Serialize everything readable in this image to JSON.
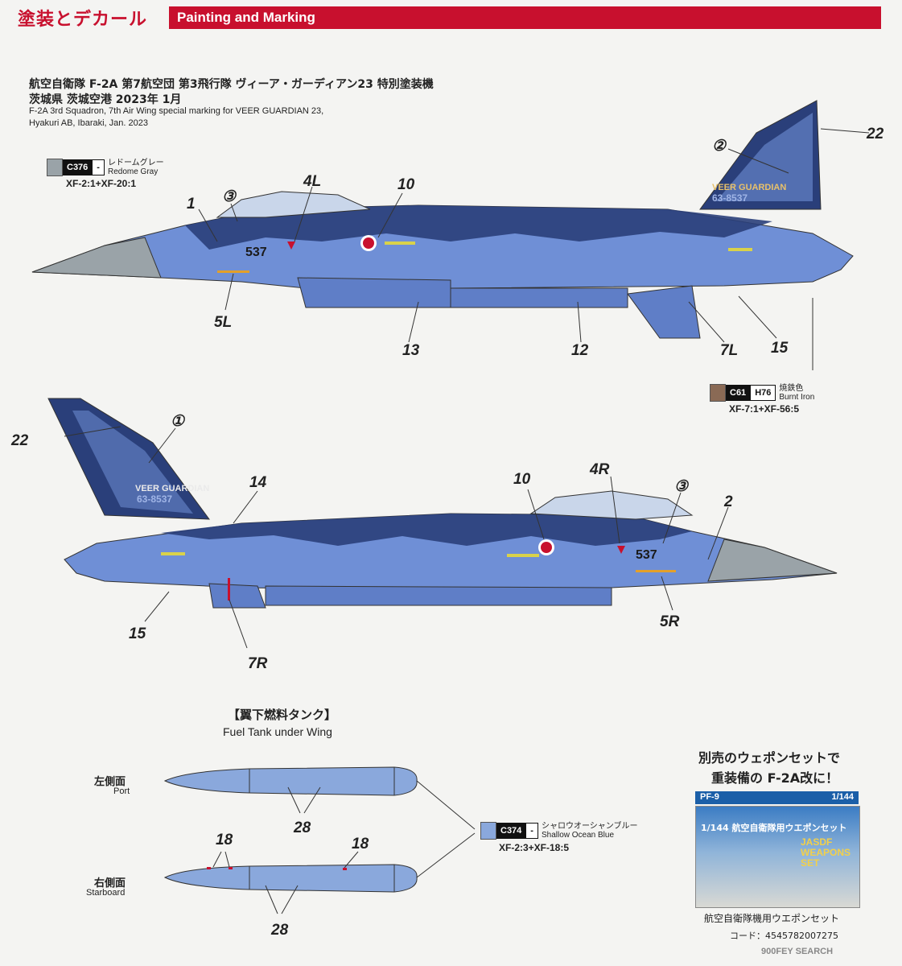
{
  "header": {
    "title_jp": "塗装とデカール",
    "title_en": "Painting and Marking"
  },
  "subject": {
    "title_jp_line1": "航空自衛隊 F-2A 第7航空団 第3飛行隊 ヴィーア・ガーディアン23 特別塗装機",
    "title_jp_line2": "茨城県 茨城空港 2023年 1月",
    "title_en_line1": "F-2A 3rd Squadron, 7th Air Wing special marking for VEER GUARDIAN 23,",
    "title_en_line2": "Hyakuri AB, Ibaraki, Jan. 2023"
  },
  "colors": {
    "redome_gray": {
      "code": "C376",
      "code2": "-",
      "name_jp": "レドームグレー",
      "name_en": "Redome Gray",
      "mix": "XF-2:1+XF-20:1",
      "hex": "#9aa3a8"
    },
    "burnt_iron": {
      "code": "C61",
      "code2": "H76",
      "name_jp": "焼鉄色",
      "name_en": "Burnt Iron",
      "mix": "XF-7:1+XF-56:5",
      "hex": "#8a6a55"
    },
    "shallow_ocean_blue": {
      "code": "C374",
      "code2": "-",
      "name_jp": "シャロウオーシャンブルー",
      "name_en": "Shallow Ocean Blue",
      "mix": "XF-2:3+XF-18:5",
      "hex": "#8aa8dc"
    },
    "aircraft_dark": "#2a3f7a",
    "aircraft_light": "#6f8fd6"
  },
  "aircraft": {
    "tail_text": "VEER GUARDIAN",
    "serial": "63-8537",
    "nose_number": "537"
  },
  "callouts_top": {
    "c1": "1",
    "c3": "③",
    "c4L": "4L",
    "c10": "10",
    "c2": "②",
    "c22": "22",
    "c5L": "5L",
    "c13": "13",
    "c12": "12",
    "c7L": "7L",
    "c15": "15"
  },
  "callouts_bottom": {
    "c22": "22",
    "c1": "①",
    "c14": "14",
    "c10": "10",
    "c4R": "4R",
    "c3": "③",
    "c2": "2",
    "c5R": "5R",
    "c15": "15",
    "c7R": "7R"
  },
  "fuel_tank": {
    "title_jp": "【翼下燃料タンク】",
    "title_en": "Fuel Tank under Wing",
    "port_jp": "左側面",
    "port_en": "Port",
    "starboard_jp": "右側面",
    "starboard_en": "Starboard",
    "callout_28": "28",
    "callout_18": "18"
  },
  "ad": {
    "line1": "別売のウェポンセットで",
    "line2": "重装備の F-2A改に！",
    "code": "PF-9",
    "scale": "1/144",
    "banner": "1/144 航空自衛隊用ウエポンセット",
    "set_name_en": "JASDF WEAPONS SET",
    "caption": "航空自衛隊機用ウエポンセット",
    "jan": "コード：4545782007275"
  },
  "footer": {
    "text": "900FEY SEARCH"
  }
}
